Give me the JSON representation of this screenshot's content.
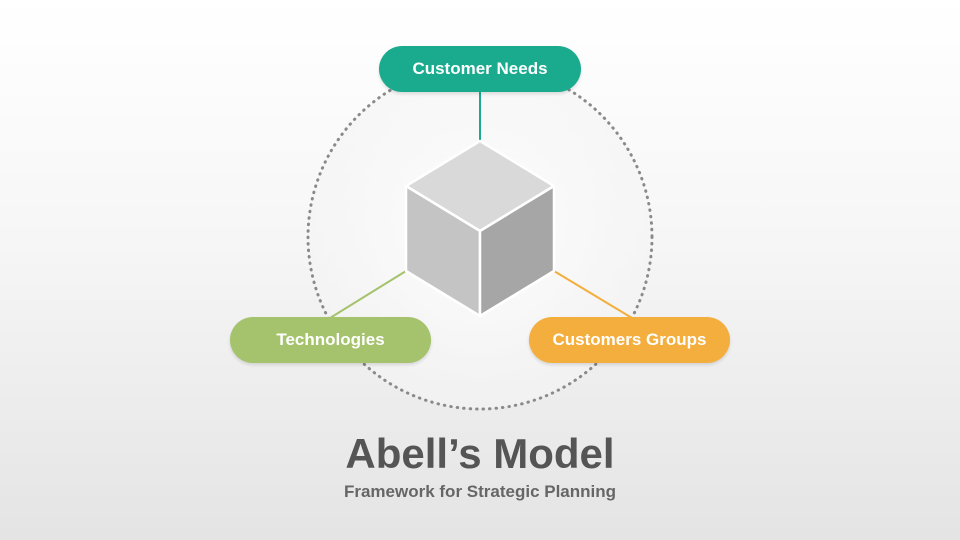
{
  "diagram": {
    "nodes": [
      {
        "label": "Customer Needs",
        "color": "#1aab8f"
      },
      {
        "label": "Technologies",
        "color": "#a5c26c"
      },
      {
        "label": "Customers Groups",
        "color": "#f3ae3d"
      }
    ],
    "center": "cube-icon"
  },
  "footer": {
    "title": "Abell’s Model",
    "subtitle": "Framework for Strategic Planning"
  }
}
